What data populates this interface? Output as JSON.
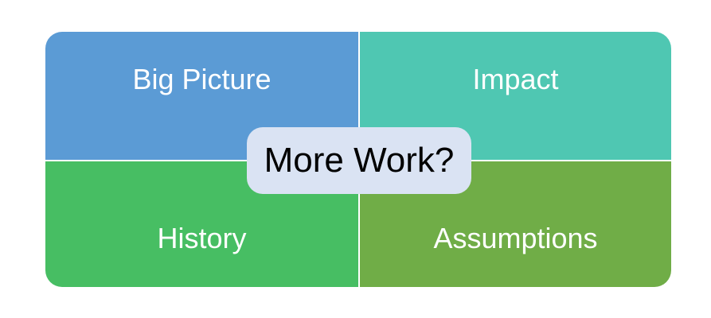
{
  "diagram": {
    "type": "quadrant-matrix",
    "background_color": "#ffffff",
    "label_text_color": "#ffffff",
    "quadrants": [
      {
        "label": "Big Picture",
        "position": "top-left",
        "color": "#5b9bd5"
      },
      {
        "label": "Impact",
        "position": "top-right",
        "color": "#4fc7b2"
      },
      {
        "label": "History",
        "position": "bottom-left",
        "color": "#47be63"
      },
      {
        "label": "Assumptions",
        "position": "bottom-right",
        "color": "#70ad47"
      }
    ],
    "center_callout": {
      "text": "More Work?",
      "background_color": "#dae3f3",
      "text_color": "#000000"
    }
  }
}
